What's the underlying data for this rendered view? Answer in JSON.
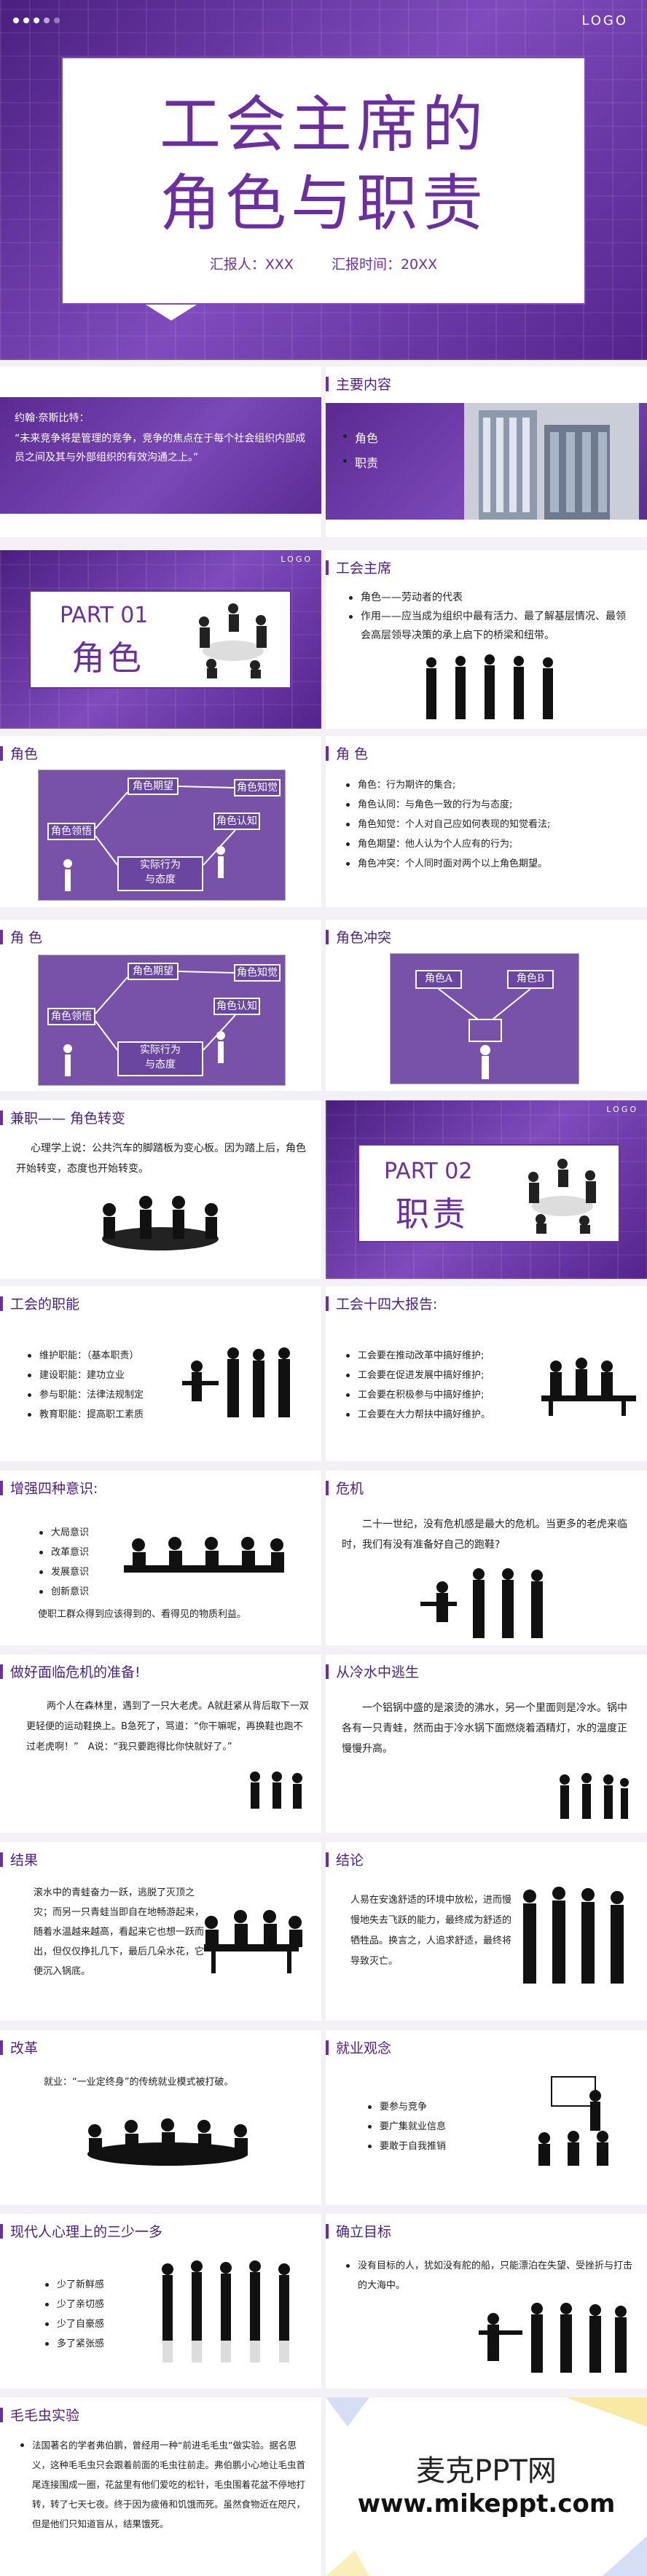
{
  "cover": {
    "logo": "LOGO",
    "title1": "工会主席的",
    "title2": "角色与职责",
    "reporter_label": "汇报人：XXX",
    "time_label": "汇报时间：20XX"
  },
  "quote": {
    "author": "约翰·奈斯比特：",
    "text": "“未来竞争将是管理的竞争，竞争的焦点在于每个社会组织内部成员之间及其与外部组织的有效沟通之上。”"
  },
  "contents": {
    "heading": "主要内容",
    "items": [
      "角色",
      "职责"
    ]
  },
  "part1": {
    "logo": "LOGO",
    "part": "PART 01",
    "name": "角色"
  },
  "chair": {
    "heading": "工会主席",
    "items": [
      "角色——劳动者的代表",
      "作用——应当成为组织中最有活力、最了解基层情况、最领会高层领导决策的承上启下的桥梁和纽带。"
    ]
  },
  "role_diag": {
    "heading": "角色",
    "boxes": [
      "角色期望",
      "角色领悟",
      "角色知觉",
      "角色认知",
      "实际行为",
      "与态度"
    ]
  },
  "role_list": {
    "heading": "角 色",
    "items": [
      "角色：行为期许的集合;",
      "角色认同：与角色一致的行为与态度;",
      "角色知觉：个人对自己应如何表现的知觉看法;",
      "角色期望：他人认为个人应有的行为;",
      "角色冲突：个人同时面对两个以上角色期望。"
    ]
  },
  "role_diag2": {
    "heading": "角 色"
  },
  "conflict": {
    "heading": "角色冲突",
    "boxes": [
      "角色A",
      "角色B"
    ]
  },
  "transform": {
    "heading": "兼职——  角色转变",
    "text": "心理学上说：公共汽车的脚踏板为变心板。因为踏上后，角色开始转变，态度也开始转变。"
  },
  "part2": {
    "logo": "LOGO",
    "part": "PART 02",
    "name": "职责"
  },
  "duties": {
    "heading": "工会的职能",
    "items": [
      "维护职能：（基本职责）",
      "建设职能：建功立业",
      "参与职能：法律法规制定",
      "教育职能：提高职工素质"
    ]
  },
  "report": {
    "heading": "工会十四大报告:",
    "items": [
      "工会要在推动改革中搞好维护;",
      "工会要在促进发展中搞好维护;",
      "工会要在积极参与中搞好维护;",
      "工会要在大力帮扶中搞好维护。"
    ]
  },
  "awareness": {
    "heading": "增强四种意识:",
    "items": [
      "大局意识",
      "改革意识",
      "发展意识",
      "创新意识"
    ],
    "text": "使职工群众得到应该得到的、看得见的物质利益。"
  },
  "crisis": {
    "heading": "危机",
    "text": "二十一世纪，没有危机感是最大的危机。当更多的老虎来临时，我们有没有准备好自己的跑鞋?"
  },
  "prepare": {
    "heading": "做好面临危机的准备!",
    "text": "两个人在森林里，遇到了一只大老虎。A就赶紧从背后取下一双更轻便的运动鞋换上。B急死了，骂道：“你干嘛呢，再换鞋也跑不过老虎啊！”　A说：“我只要跑得比你快就好了。”"
  },
  "frog": {
    "heading": "从冷水中逃生",
    "text": "一个铝锅中盛的是滚烫的沸水，另一个里面则是冷水。锅中各有一只青蛙，然而由于冷水锅下面燃烧着酒精灯，水的温度正慢慢升高。"
  },
  "result": {
    "heading": "结果",
    "text": "滚水中的青蛙奋力一跃，逃脱了灭顶之灾；而另一只青蛙当即自在地畅游起来，随着水温越来越高，看起来它也想一跃而出，但仅仅挣扎几下，最后几朵水花，它便沉入锅底。"
  },
  "conclusion": {
    "heading": "结论",
    "text": "人易在安逸舒适的环境中放松，进而慢慢地失去飞跃的能力，最终成为舒适的牺牲品。换言之，人追求舒适，最终将导致灭亡。"
  },
  "reform": {
    "heading": "改革",
    "text": "就业：“一业定终身”的传统就业模式被打破。"
  },
  "employment": {
    "heading": "就业观念",
    "items": [
      "要参与竞争",
      "要广集就业信息",
      "要敢于自我推销"
    ]
  },
  "modern": {
    "heading": "现代人心理上的三少一多",
    "items": [
      "少了新鲜感",
      "少了亲切感",
      "少了自豪感",
      "多了紧张感"
    ]
  },
  "goal": {
    "heading": "确立目标",
    "items": [
      "没有目标的人，犹如没有舵的船，只能漂泊在失望、受挫折与打击的大海中。"
    ]
  },
  "caterpillar": {
    "heading": "毛毛虫实验",
    "items": [
      "法国著名的学者弗伯鹏，曾经用一种“前进毛毛虫”做实验。据名思义，这种毛毛虫只会跟着前面的毛虫往前走。弗伯鹏小心地让毛虫首尾连接围成一圈，花盆里有他们爱吃的松针，毛虫围着花盆不停地打转，转了七天七夜。终于因为疲倦和饥饿而死。虽然食物近在咫尺，但是他们只知道盲从，结果饿死。"
    ]
  },
  "watermark": {
    "line1": "麦克PPT网",
    "line2": "www.mikeppt.com"
  },
  "colors": {
    "accent": "#6b2fa0",
    "dark": "#4b1f82"
  }
}
